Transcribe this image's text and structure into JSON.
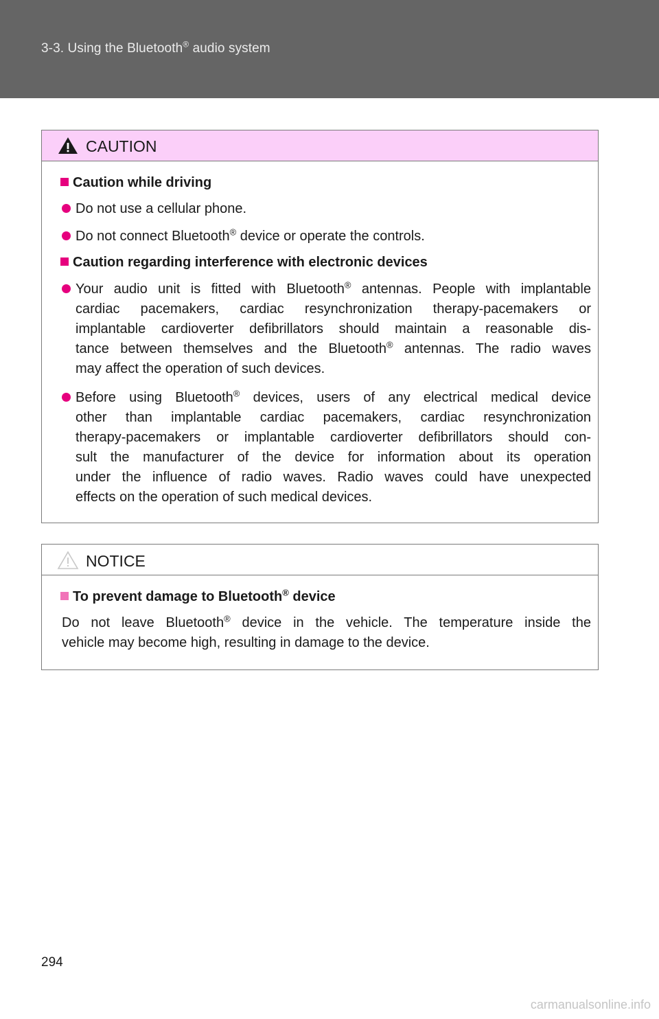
{
  "header": {
    "title_pre": "3-3. Using the Bluetooth",
    "title_sup": "®",
    "title_post": " audio system"
  },
  "caution": {
    "label": "CAUTION",
    "section1": {
      "title": "Caution while driving",
      "b1": "Do not use a cellular phone.",
      "b2_pre": "Do not connect Bluetooth",
      "b2_sup": "®",
      "b2_post": " device or operate the controls."
    },
    "section2": {
      "title": "Caution regarding interference with electronic devices",
      "b1_l1_pre": "Your audio unit is fitted with Bluetooth",
      "b1_l1_sup": "®",
      "b1_l1_post": " antennas. People with implantable",
      "b1_l2": "cardiac pacemakers, cardiac resynchronization therapy-pacemakers or",
      "b1_l3": "implantable cardioverter defibrillators should maintain a reasonable dis-",
      "b1_l4_pre": "tance between themselves and the Bluetooth",
      "b1_l4_sup": "®",
      "b1_l4_post": " antennas. The radio waves",
      "b1_l5": "may affect the operation of such devices.",
      "b2_l1_pre": "Before using Bluetooth",
      "b2_l1_sup": "®",
      "b2_l1_post": " devices, users of any electrical medical device",
      "b2_l2": "other than implantable cardiac pacemakers, cardiac resynchronization",
      "b2_l3": "therapy-pacemakers or implantable cardioverter defibrillators should con-",
      "b2_l4": "sult the manufacturer of the device for information about its operation",
      "b2_l5": "under the influence of radio waves. Radio waves could have unexpected",
      "b2_l6": "effects on the operation of such medical devices."
    }
  },
  "notice": {
    "label": "NOTICE",
    "title_pre": "To prevent damage to Bluetooth",
    "title_sup": "®",
    "title_post": " device",
    "p_l1_pre": "Do not leave Bluetooth",
    "p_l1_sup": "®",
    "p_l1_post": " device in the vehicle. The temperature inside the",
    "p_l2": "vehicle may become high, resulting in damage to the device."
  },
  "page_number": "294",
  "watermark": "carmanualsonline.info",
  "colors": {
    "header_bg": "#656565",
    "caution_head_bg": "#fbcff9",
    "accent": "#e6007e"
  },
  "icons": {
    "caution": "warning-triangle-icon",
    "notice": "warning-outline-icon"
  }
}
